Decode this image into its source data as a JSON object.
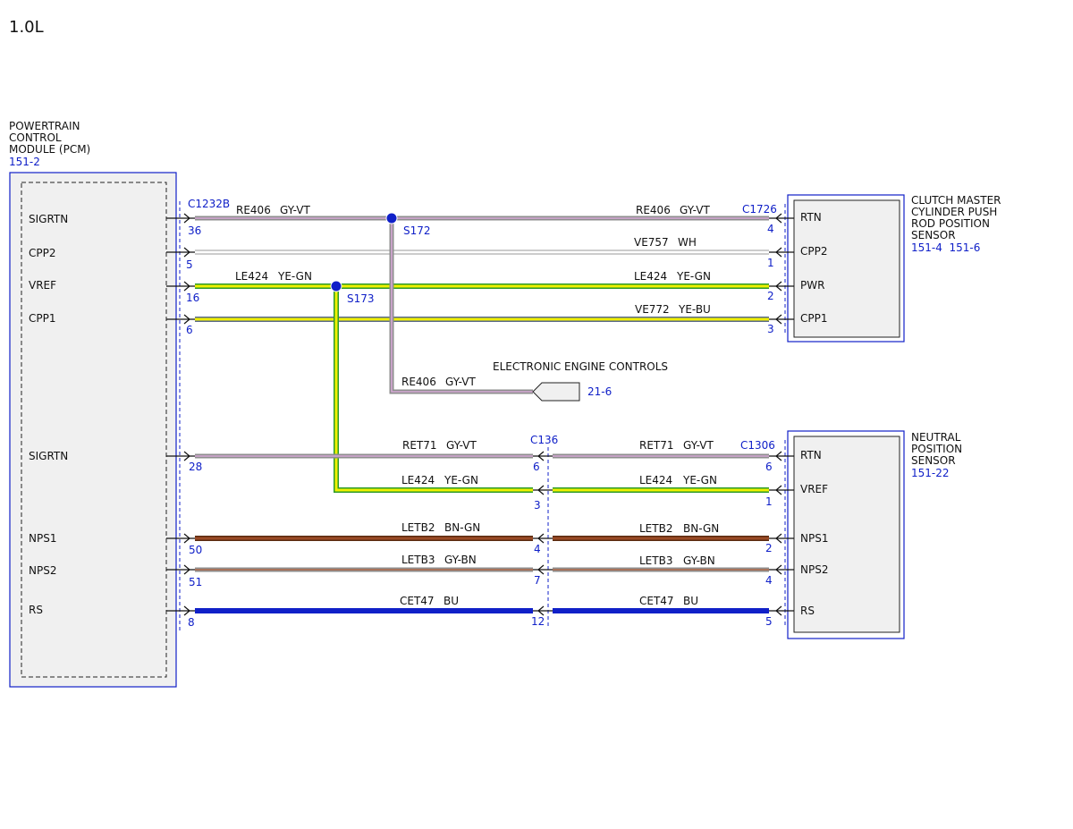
{
  "title": "1.0L",
  "colors": {
    "blue": "#1020c8",
    "gy": "#8e8e8e",
    "vt": "#d6a8d6",
    "ye": "#f0f000",
    "gn": "#2a9a2a",
    "wh": "#ffffff",
    "wh_edge": "#999999",
    "bu": "#1020c8",
    "bn": "#7a3a1a"
  },
  "pcm": {
    "name_lines": [
      "POWERTRAIN",
      "CONTROL",
      "MODULE (PCM)"
    ],
    "ref": "151-2",
    "pins": [
      "SIGRTN",
      "CPP2",
      "VREF",
      "CPP1",
      "SIGRTN",
      "NPS1",
      "NPS2",
      "RS"
    ]
  },
  "clutch_sensor": {
    "name_lines": [
      "CLUTCH MASTER",
      "CYLINDER PUSH",
      "ROD POSITION",
      "SENSOR"
    ],
    "ref": "151-4  151-6",
    "pins": [
      "RTN",
      "CPP2",
      "PWR",
      "CPP1"
    ]
  },
  "neutral_sensor": {
    "name_lines": [
      "NEUTRAL",
      "POSITION",
      "SENSOR"
    ],
    "ref": "151-22",
    "pins": [
      "RTN",
      "VREF",
      "NPS1",
      "NPS2",
      "RS"
    ]
  },
  "connectors": {
    "pcm": "C1232B",
    "clutch": "C1726",
    "inline": "C136",
    "neutral": "C1306"
  },
  "splices": {
    "s172": "S172",
    "s173": "S173"
  },
  "eec": {
    "label": "ELECTRONIC ENGINE CONTROLS",
    "ref": "21-6"
  },
  "wires": {
    "w1": {
      "circuit_left": "RE406",
      "color_left": "GY-VT",
      "circuit_right": "RE406",
      "color_right": "GY-VT",
      "pin_left": "36",
      "pin_right": "4"
    },
    "w2": {
      "circuit": "VE757",
      "color": "WH",
      "pin_left": "5",
      "pin_right": "1"
    },
    "w3": {
      "circuit_left": "LE424",
      "color_left": "YE-GN",
      "circuit_right": "LE424",
      "color_right": "YE-GN",
      "pin_left": "16",
      "pin_right": "2"
    },
    "w4": {
      "circuit": "VE772",
      "color": "YE-BU",
      "pin_left": "6",
      "pin_right": "3"
    },
    "eec_branch": {
      "circuit": "RE406",
      "color": "GY-VT"
    },
    "w5": {
      "circuit_left": "RET71",
      "color_left": "GY-VT",
      "circuit_right": "RET71",
      "color_right": "GY-VT",
      "pin_left": "28",
      "pin_mid": "6",
      "pin_right": "6"
    },
    "w6": {
      "circuit_left": "LE424",
      "color_left": "YE-GN",
      "circuit_right": "LE424",
      "color_right": "YE-GN",
      "pin_mid": "3",
      "pin_right": "1"
    },
    "w7": {
      "circuit_left": "LETB2",
      "color_left": "BN-GN",
      "circuit_right": "LETB2",
      "color_right": "BN-GN",
      "pin_left": "50",
      "pin_mid": "4",
      "pin_right": "2"
    },
    "w8": {
      "circuit_left": "LETB3",
      "color_left": "GY-BN",
      "circuit_right": "LETB3",
      "color_right": "GY-BN",
      "pin_left": "51",
      "pin_mid": "7",
      "pin_right": "4"
    },
    "w9": {
      "circuit_left": "CET47",
      "color_left": "BU",
      "circuit_right": "CET47",
      "color_right": "BU",
      "pin_left": "8",
      "pin_mid": "12",
      "pin_right": "5"
    }
  }
}
